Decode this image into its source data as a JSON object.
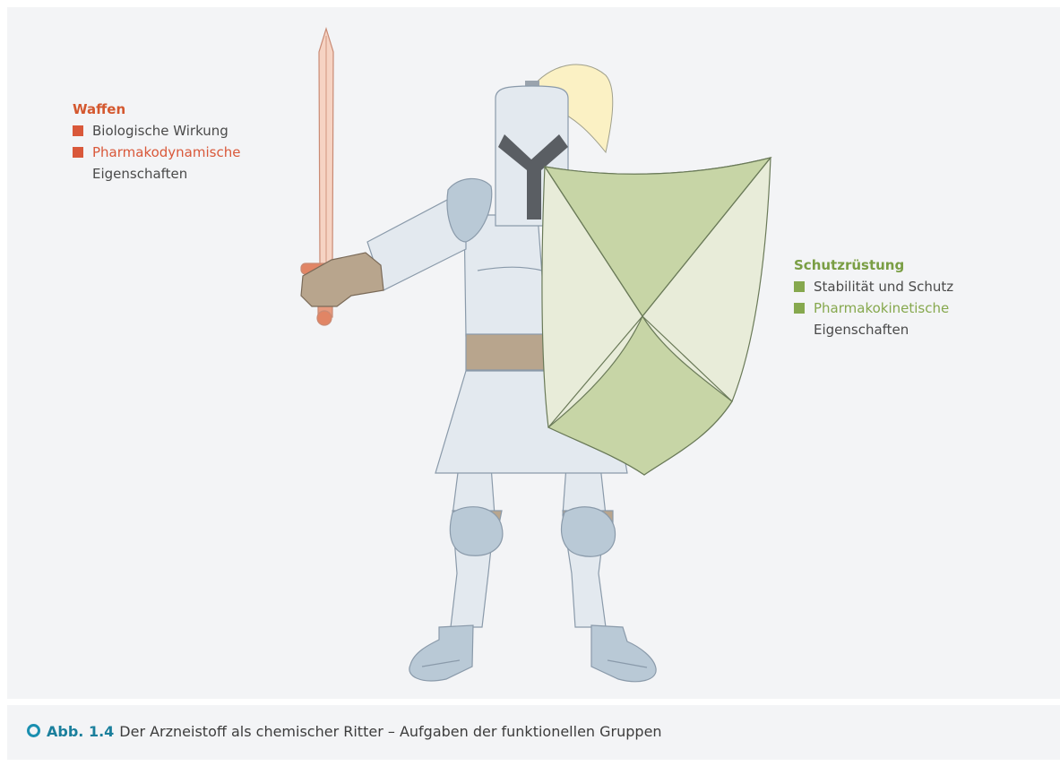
{
  "legend_left": {
    "heading": "Waffen",
    "items": [
      {
        "text": "Biologische Wirkung"
      },
      {
        "text": "Pharmakodynamische",
        "continuation": "Eigenschaften"
      }
    ],
    "color": "#d9583a"
  },
  "legend_right": {
    "heading": "Schutzrüstung",
    "items": [
      {
        "text": "Stabilität und Schutz"
      },
      {
        "text": "Pharmakokinetische",
        "continuation": "Eigenschaften"
      }
    ],
    "color": "#86a84e"
  },
  "caption": {
    "label": "Abb. 1.4",
    "text": "Der Arzneistoff als chemischer Ritter – Aufgaben der funktionellen Gruppen"
  }
}
